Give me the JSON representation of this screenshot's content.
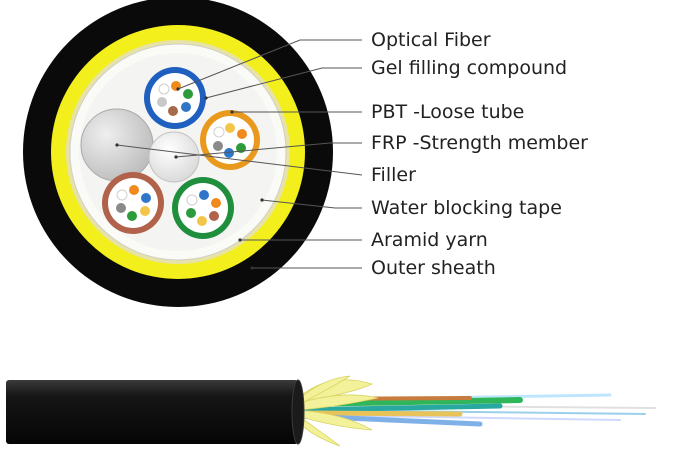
{
  "labels": {
    "optical_fiber": "Optical Fiber",
    "gel_filling": "Gel filling compound",
    "pbt_tube": "PBT -Loose tube",
    "frp": "FRP -Strength member",
    "filler": "Filler",
    "water_tape": "Water blocking tape",
    "aramid": "Aramid yarn",
    "outer_sheath": "Outer sheath"
  },
  "colors": {
    "outer_sheath": "#0a0a0a",
    "aramid_yarn": "#f2ef1c",
    "water_blocking_tape": "#f6f6f2",
    "tube_blue": "#1f5fbf",
    "tube_orange": "#e99a1e",
    "tube_brown": "#b0624a",
    "tube_green": "#1f8f3e",
    "filler": "#d6d6d6",
    "frp": "#ededed"
  }
}
